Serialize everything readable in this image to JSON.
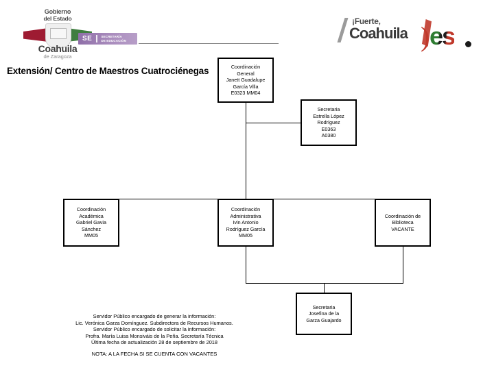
{
  "header": {
    "logo_left": {
      "gob_line1": "Gobierno",
      "gob_line2": "del Estado",
      "state": "Coahuila",
      "state_sub": "de Zaragoza",
      "icon": "coahuila-state-seal"
    },
    "se_badge": {
      "mark": "SE",
      "line1": "SECRETARÍA",
      "line2": "DE EDUCACIÓN"
    },
    "logo_right": {
      "fuerte": "¡Fuerte,",
      "coahuila": "Coahuila",
      "paren": ")",
      "es": "es",
      "bang": "!"
    }
  },
  "page_title": "Extensión/ Centro de Maestros Cuatrociénegas",
  "org_chart": {
    "nodes": [
      {
        "id": "coordinacion-general",
        "lines": [
          "Coordinación",
          "General",
          "Janett Guadalupe",
          "García Villa",
          "E0323  MM04"
        ]
      },
      {
        "id": "secretaria-direccion",
        "lines": [
          "Secretaria",
          "Estrella López",
          "Rodríguez",
          "E0363",
          "A0380"
        ]
      },
      {
        "id": "coordinacion-academica",
        "lines": [
          "Coordinación",
          "Académica",
          "Gabriel Gavia",
          "Sánchez",
          "MM05"
        ]
      },
      {
        "id": "coordinacion-administrativa",
        "lines": [
          "Coordinación",
          "Administrativa",
          "Ivin Antonio",
          "Rodríguez García",
          "MM05"
        ]
      },
      {
        "id": "coordinacion-biblioteca",
        "lines": [
          "Coordinación de",
          "Biblioteca",
          "VACANTE"
        ]
      },
      {
        "id": "secretaria-administrativa",
        "lines": [
          "Secretaria",
          "Josefina de la",
          "Garza Guajardo"
        ]
      }
    ]
  },
  "footer": {
    "lines": [
      "Servidor Público encargado de generar la información:",
      "Lic. Verónica Garza Domínguez. Subdirectora de Recursos Humanos.",
      "Servidor Público encargado de solicitar la información:",
      "Profra. María Luisa Monsiváis de la Peña. Secretaría Técnica",
      "Última fecha de actualización 28 de septiembre de 2018"
    ],
    "note": "NOTA: A LA FECHA SI SE CUENTA CON VACANTES"
  },
  "colors": {
    "flag_red": "#9e1b32",
    "flag_green": "#3f7d3f",
    "se_purple": "#a98cbd",
    "box_border": "#000000"
  }
}
